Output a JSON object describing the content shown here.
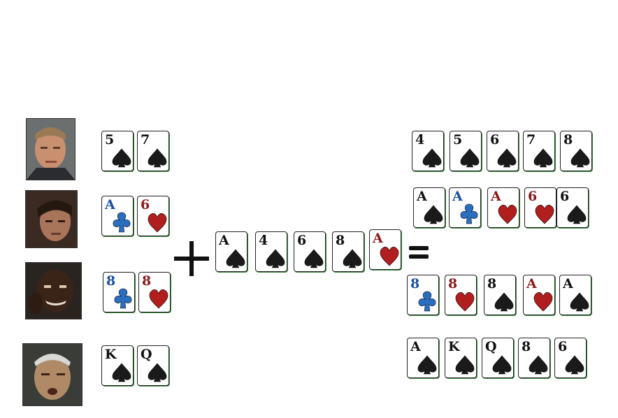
{
  "colors": {
    "spade": "#1a1a1a",
    "heart": "#b01e1e",
    "club": "#2a6ec0",
    "border": "#222222",
    "card_shadow": "#3a8a3a"
  },
  "players": [
    {
      "icon": "player-portrait-1",
      "hole": [
        {
          "rank": "5",
          "suit": "spade",
          "color": "black"
        },
        {
          "rank": "7",
          "suit": "spade",
          "color": "black"
        }
      ]
    },
    {
      "icon": "player-portrait-2",
      "hole": [
        {
          "rank": "A",
          "suit": "club",
          "color": "blue"
        },
        {
          "rank": "6",
          "suit": "heart",
          "color": "red"
        }
      ]
    },
    {
      "icon": "player-portrait-3",
      "hole": [
        {
          "rank": "8",
          "suit": "club",
          "color": "blue"
        },
        {
          "rank": "8",
          "suit": "heart",
          "color": "red"
        }
      ]
    },
    {
      "icon": "player-portrait-4",
      "hole": [
        {
          "rank": "K",
          "suit": "spade",
          "color": "black"
        },
        {
          "rank": "Q",
          "suit": "spade",
          "color": "black"
        }
      ]
    }
  ],
  "operators": {
    "plus": "plus-icon",
    "equals": "equals-icon"
  },
  "board": [
    {
      "rank": "A",
      "suit": "spade",
      "color": "black"
    },
    {
      "rank": "4",
      "suit": "spade",
      "color": "black"
    },
    {
      "rank": "6",
      "suit": "spade",
      "color": "black"
    },
    {
      "rank": "8",
      "suit": "spade",
      "color": "black"
    },
    {
      "rank": "A",
      "suit": "heart",
      "color": "red"
    }
  ],
  "results": [
    [
      {
        "rank": "4",
        "suit": "spade",
        "color": "black"
      },
      {
        "rank": "5",
        "suit": "spade",
        "color": "black"
      },
      {
        "rank": "6",
        "suit": "spade",
        "color": "black"
      },
      {
        "rank": "7",
        "suit": "spade",
        "color": "black"
      },
      {
        "rank": "8",
        "suit": "spade",
        "color": "black"
      }
    ],
    [
      {
        "rank": "A",
        "suit": "spade",
        "color": "black"
      },
      {
        "rank": "A",
        "suit": "club",
        "color": "blue"
      },
      {
        "rank": "A",
        "suit": "heart",
        "color": "red"
      },
      {
        "rank": "6",
        "suit": "heart",
        "color": "red"
      },
      {
        "rank": "6",
        "suit": "spade",
        "color": "black"
      }
    ],
    [
      {
        "rank": "8",
        "suit": "club",
        "color": "blue"
      },
      {
        "rank": "8",
        "suit": "heart",
        "color": "red"
      },
      {
        "rank": "8",
        "suit": "spade",
        "color": "black"
      },
      {
        "rank": "A",
        "suit": "heart",
        "color": "red"
      },
      {
        "rank": "A",
        "suit": "spade",
        "color": "black"
      }
    ],
    [
      {
        "rank": "A",
        "suit": "spade",
        "color": "black"
      },
      {
        "rank": "K",
        "suit": "spade",
        "color": "black"
      },
      {
        "rank": "Q",
        "suit": "spade",
        "color": "black"
      },
      {
        "rank": "8",
        "suit": "spade",
        "color": "black"
      },
      {
        "rank": "6",
        "suit": "spade",
        "color": "black"
      }
    ]
  ]
}
